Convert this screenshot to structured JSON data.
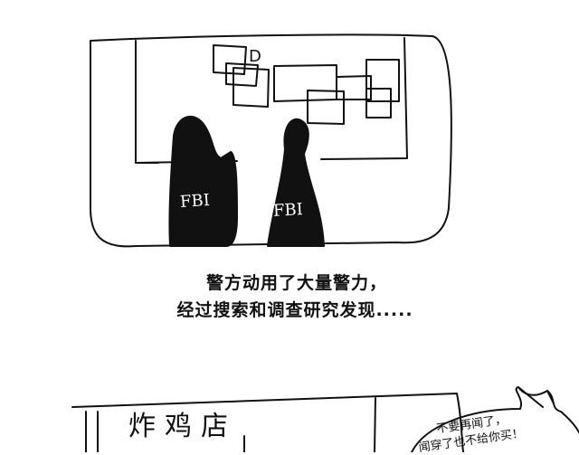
{
  "panel_top": {
    "badges": [
      "FBI",
      "FBI"
    ],
    "board_mark": "D"
  },
  "caption": {
    "line1": "警方动用了大量警力，",
    "line2": "经过搜索和调查研究发现....."
  },
  "panel_bottom": {
    "shop_sign": "炸鸡店",
    "speech_bubble": {
      "line1": "不要再闻了，",
      "line2": "闻穿了也不给你买！"
    }
  }
}
